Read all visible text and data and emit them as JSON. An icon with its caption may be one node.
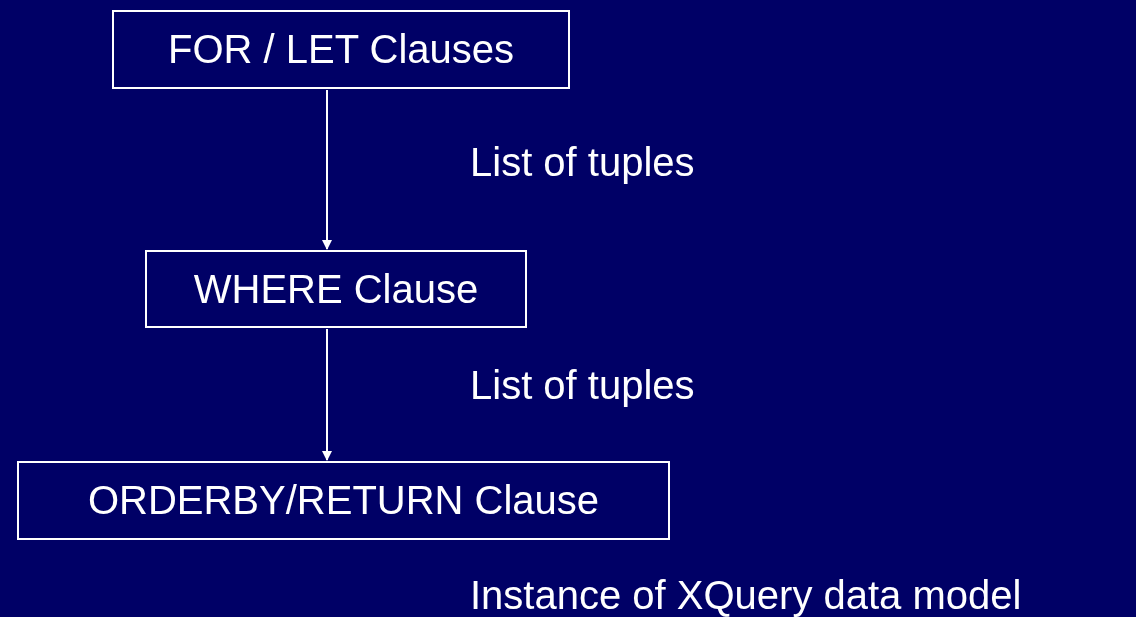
{
  "diagram": {
    "nodes": [
      {
        "text": [
          "FOR / LET Clauses"
        ]
      },
      {
        "text": [
          "WHERE Clause"
        ]
      },
      {
        "text": [
          "ORDERBY/RETURN Clause"
        ]
      }
    ],
    "edges": [
      {
        "from": 0,
        "to": 1,
        "arrow": "to",
        "label": "List of tuples"
      },
      {
        "from": 1,
        "to": 2,
        "arrow": "to",
        "label": "List of tuples"
      }
    ],
    "labels": [
      "Instance of XQuery data model"
    ]
  }
}
